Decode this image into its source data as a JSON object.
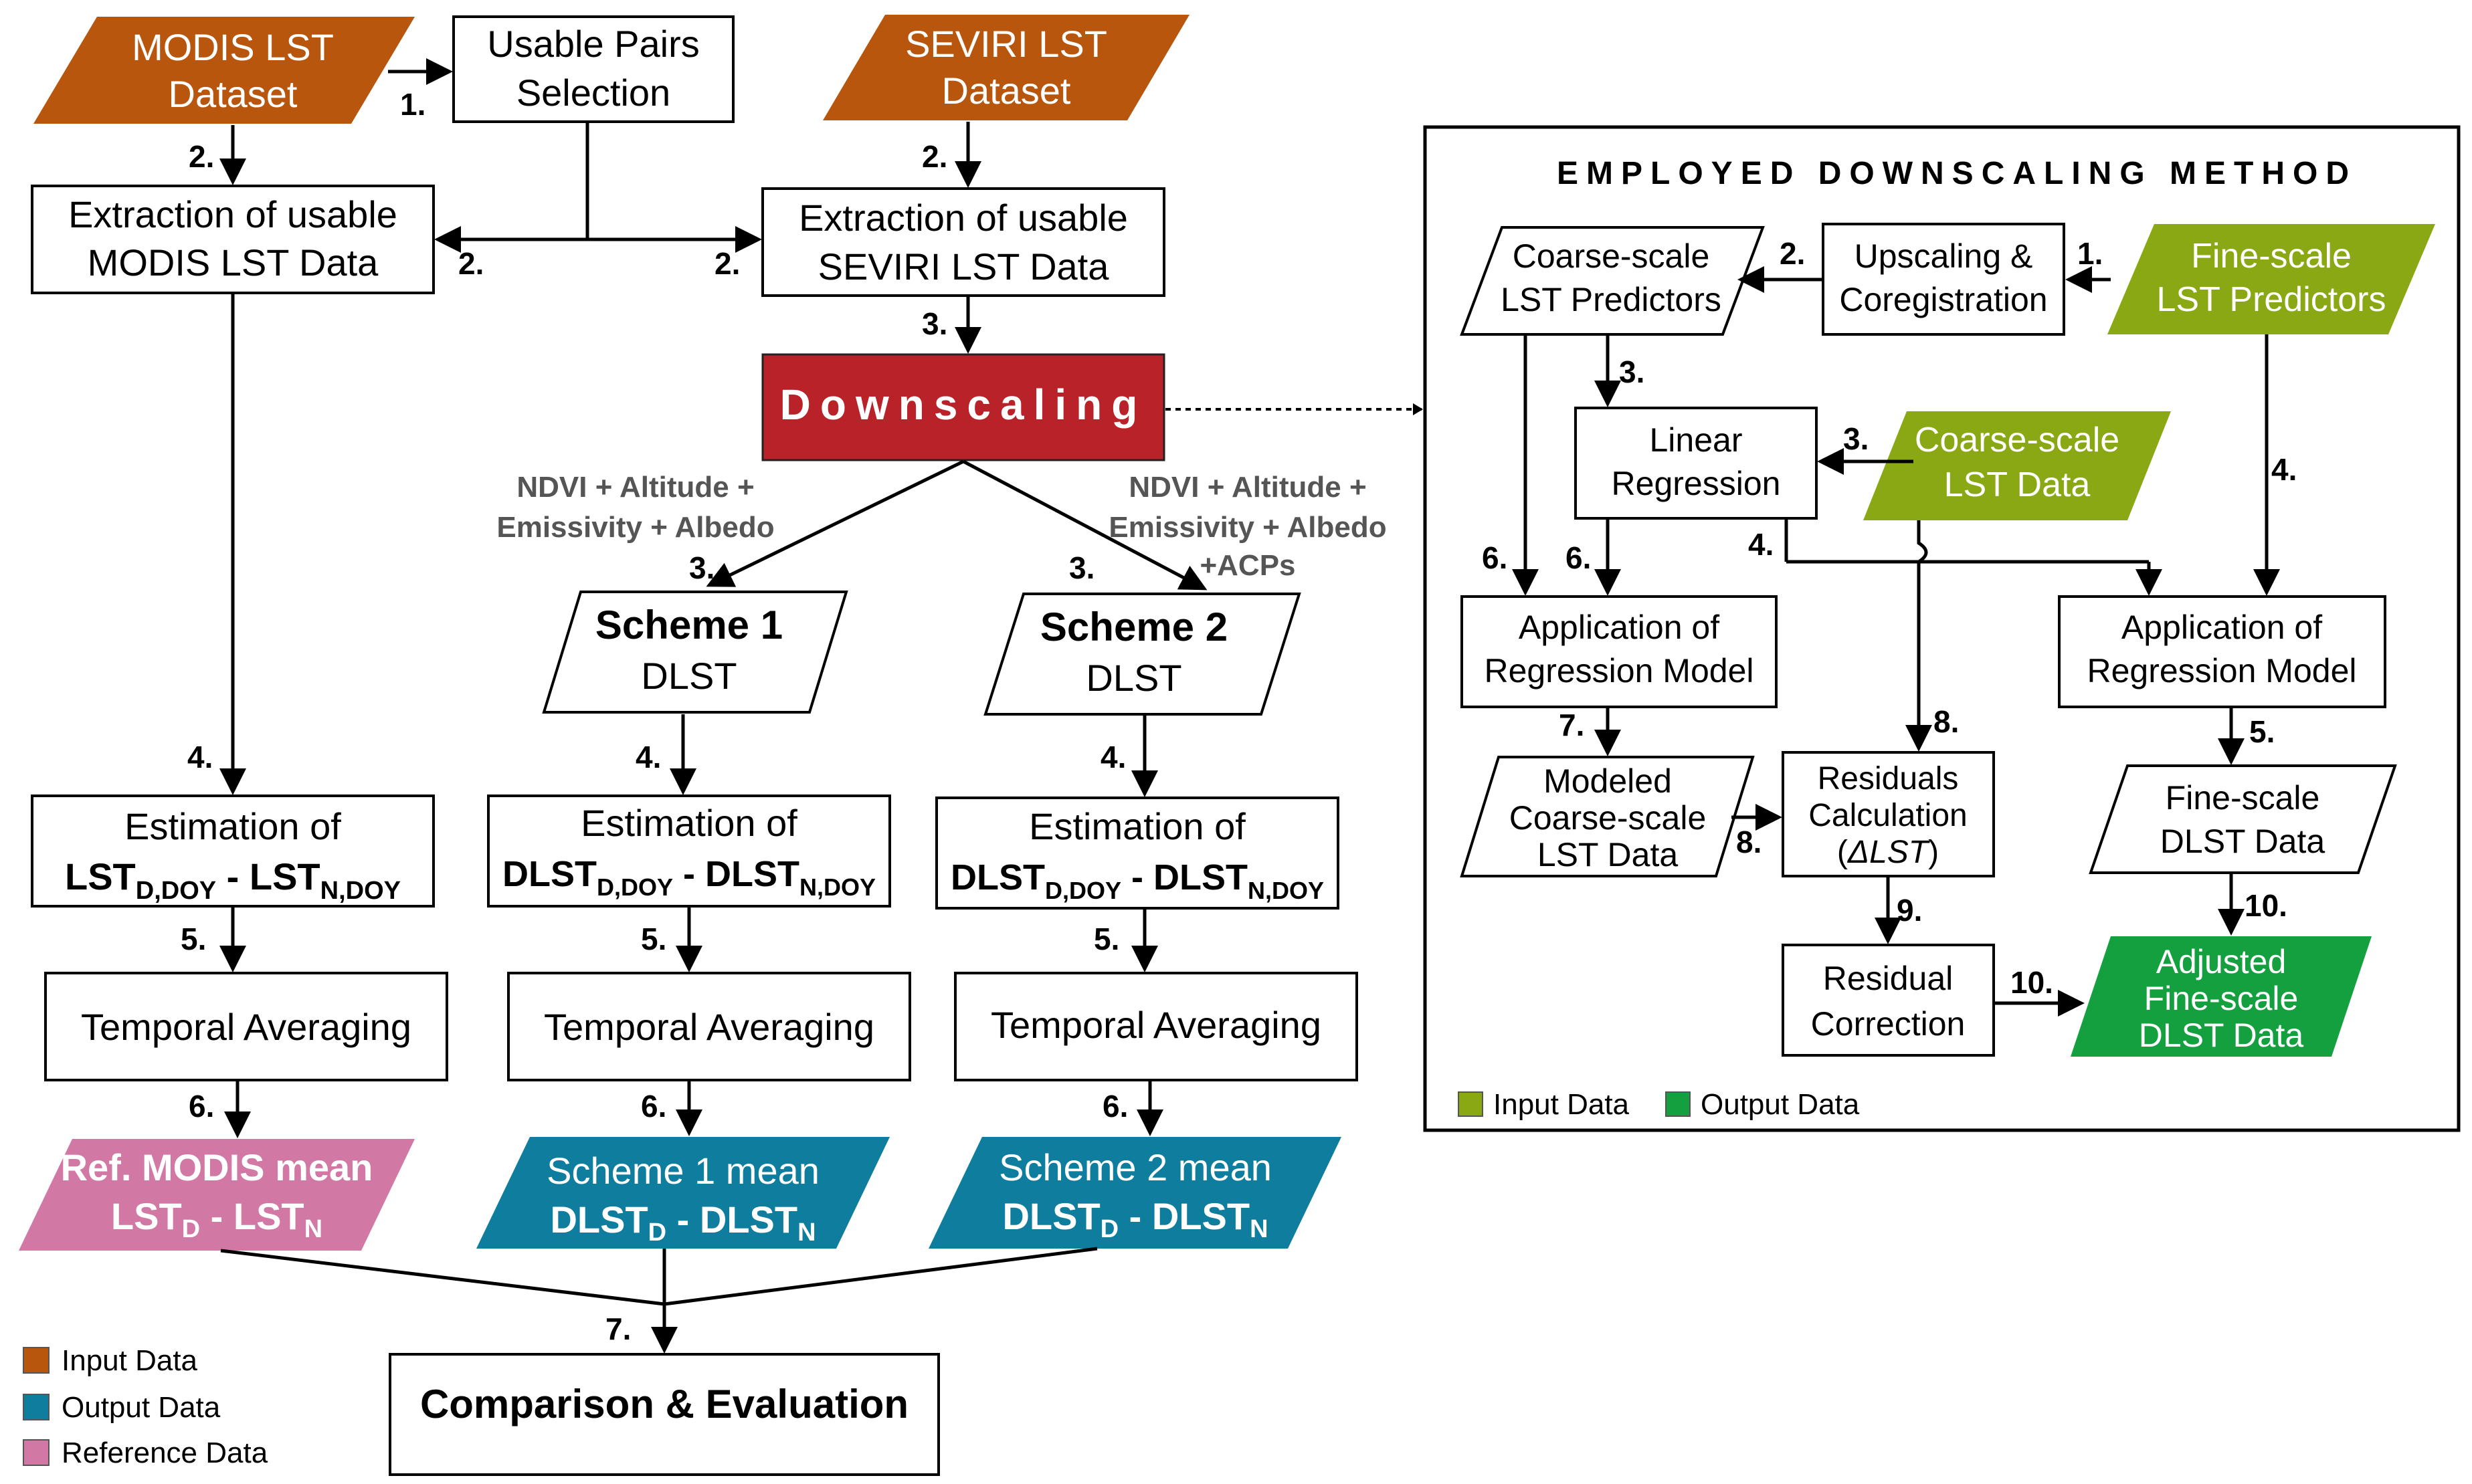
{
  "colors": {
    "input_left": "#b8560e",
    "output_left": "#0e7d9e",
    "reference": "#d278a4",
    "downscaling": "#b82228",
    "input_right": "#8aa814",
    "output_right": "#15a040"
  },
  "nodes": {
    "modis_dataset": [
      "MODIS LST",
      "Dataset"
    ],
    "usable_pairs": [
      "Usable Pairs",
      "Selection"
    ],
    "seviri_dataset": [
      "SEVIRI LST",
      "Dataset"
    ],
    "extract_modis": [
      "Extraction of usable",
      "MODIS LST Data"
    ],
    "extract_seviri": [
      "Extraction of usable",
      "SEVIRI LST Data"
    ],
    "downscaling": "Downscaling",
    "scheme1_pred": [
      "NDVI + Altitude +",
      "Emissivity + Albedo"
    ],
    "scheme2_pred": [
      "NDVI + Altitude +",
      "Emissivity + Albedo",
      "+ACPs"
    ],
    "scheme1": [
      "Scheme 1",
      "DLST"
    ],
    "scheme2": [
      "Scheme 2",
      "DLST"
    ],
    "est_modis": [
      "Estimation of",
      "LST",
      "D,DOY",
      " - LST",
      "N,DOY"
    ],
    "est_s1": [
      "Estimation of",
      "DLST",
      "D,DOY",
      " - DLST",
      "N,DOY"
    ],
    "est_s2": [
      "Estimation of",
      "DLST",
      "D,DOY",
      " - DLST",
      "N,DOY"
    ],
    "temporal_averaging": "Temporal Averaging",
    "ref_modis_mean": [
      "Ref. MODIS mean",
      "LST",
      "D",
      " - LST",
      "N"
    ],
    "s1_mean": [
      "Scheme 1 mean",
      "DLST",
      "D",
      " - DLST",
      "N"
    ],
    "s2_mean": [
      "Scheme 2 mean",
      "DLST",
      "D",
      " - DLST",
      "N"
    ],
    "comparison": "Comparison & Evaluation"
  },
  "method": {
    "title": "EMPLOYED DOWNSCALING METHOD",
    "coarse_predictors": [
      "Coarse-scale",
      "LST Predictors"
    ],
    "upscaling": [
      "Upscaling &",
      "Coregistration"
    ],
    "fine_predictors": [
      "Fine-scale",
      "LST Predictors"
    ],
    "linear_regression": [
      "Linear",
      "Regression"
    ],
    "coarse_lst": [
      "Coarse-scale",
      "LST Data"
    ],
    "apply_left": [
      "Application of",
      "Regression Model"
    ],
    "apply_right": [
      "Application of",
      "Regression Model"
    ],
    "modeled": [
      "Modeled",
      "Coarse-scale",
      "LST Data"
    ],
    "residuals": [
      "Residuals",
      "Calculation",
      "ΔLST"
    ],
    "fine_dlst": [
      "Fine-scale",
      "DLST Data"
    ],
    "residual_correction": [
      "Residual",
      "Correction"
    ],
    "adjusted": [
      "Adjusted",
      "Fine-scale",
      "DLST Data"
    ],
    "legend_input": "Input Data",
    "legend_output": "Output Data"
  },
  "legend": {
    "input": "Input Data",
    "output": "Output Data",
    "reference": "Reference Data"
  },
  "steps": [
    "1.",
    "2.",
    "3.",
    "4.",
    "5.",
    "6.",
    "7.",
    "8.",
    "9.",
    "10."
  ]
}
